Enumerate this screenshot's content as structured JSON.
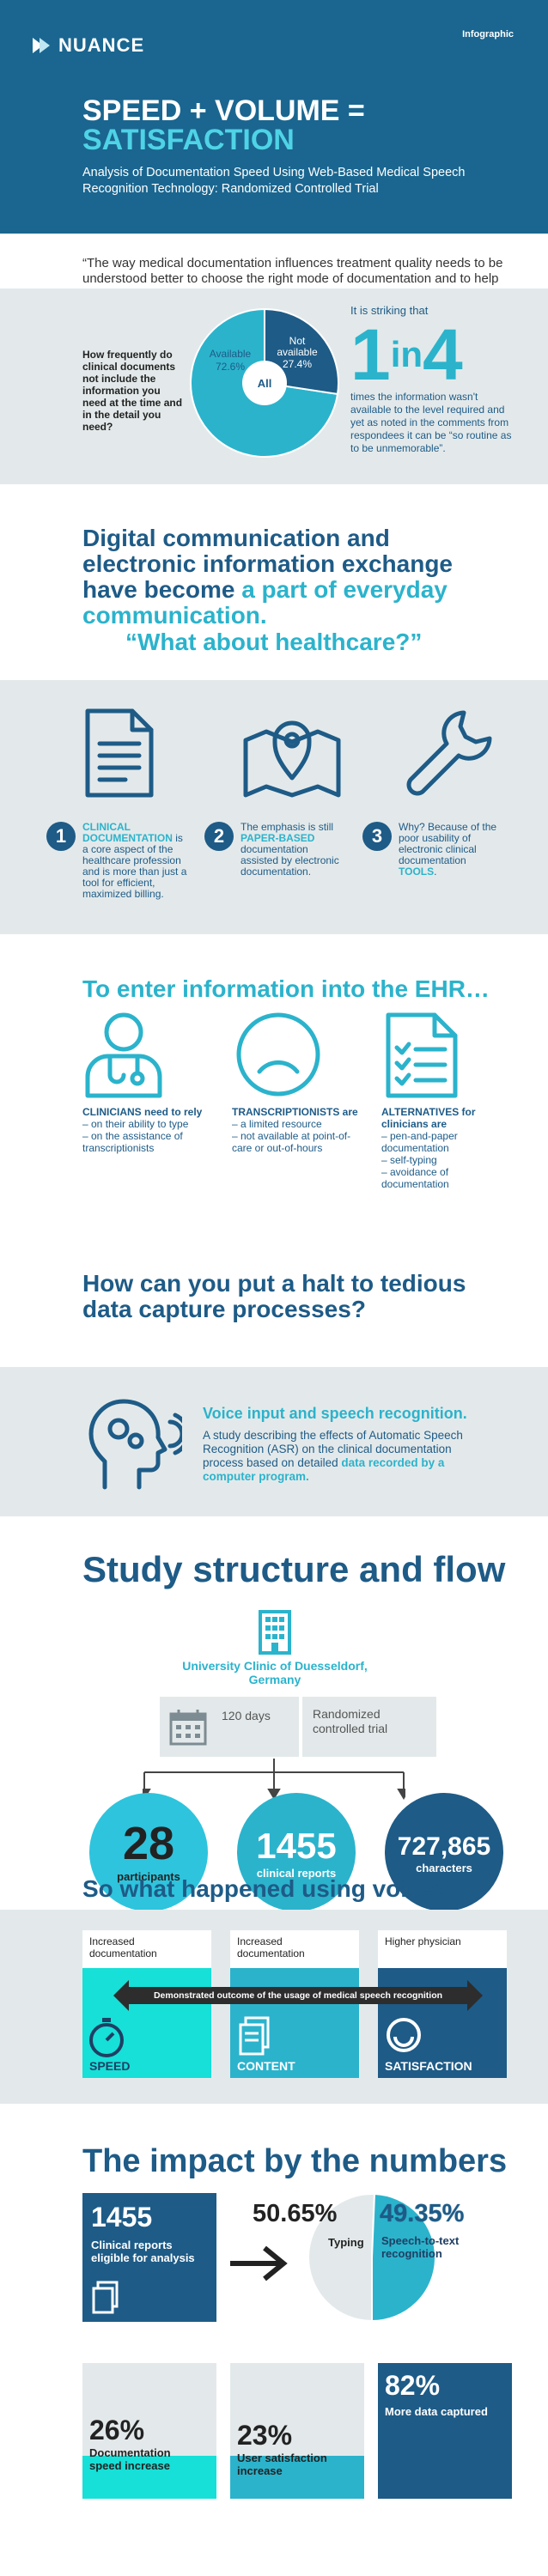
{
  "header": {
    "logo": "NUANCE",
    "tag": "Infographic",
    "title_line1": "SPEED + VOLUME =",
    "title_line2": "SATISFACTION",
    "subtitle": "Analysis of Documentation Speed Using Web-Based Medical Speech Recognition Technology: Randomized Controlled Trial"
  },
  "quote": "“The way medical documentation influences treatment quality needs to be understood better to choose the right mode of documentation and to help both the doctor and the patient.”",
  "survey": {
    "question": "How frequently do clinical documents not include the information you need at the time and in the detail you need?",
    "chart_data": {
      "type": "pie",
      "slices": [
        {
          "label": "Available",
          "value": 72.6,
          "display": "72.6%"
        },
        {
          "label": "Not available",
          "value": 27.4,
          "display": "27.4%"
        }
      ],
      "center_label": "All"
    },
    "striking": "It is striking that",
    "big_1": "1",
    "big_in": "in",
    "big_4": "4",
    "desc": "times the information wasn't available to the level required and yet as noted in the comments from respondees it can be “so routine as to be unmemorable”."
  },
  "digital": {
    "h_part1": "Digital communication and electronic information exchange have become ",
    "h_part2": "a part of everyday communication.",
    "sub": "“What about healthcare?”"
  },
  "healthcare": {
    "items": [
      {
        "num": "1",
        "bold": "CLINICAL DOCUMENTATION",
        "text": " is a core aspect of the healthcare profession and is more than just a tool for efficient, maximized billing."
      },
      {
        "num": "2",
        "pre": "The emphasis is still ",
        "bold": "PAPER-BASED",
        "text": " documentation assisted by electronic documentation."
      },
      {
        "num": "3",
        "pre": "Why? Because of the poor usability of electronic clinical documentation ",
        "bold": "TOOLS",
        "text": "."
      }
    ]
  },
  "ehr": {
    "title": "To enter information into the EHR…",
    "cols": [
      {
        "head": "CLINICIANS need to rely",
        "items": [
          "– on their ability to type",
          "– on the assistance of transcriptionists"
        ]
      },
      {
        "head": "TRANSCRIPTIONISTS are",
        "items": [
          "– a limited resource",
          "– not available at point-of-care or out-of-hours"
        ]
      },
      {
        "head": "ALTERNATIVES for clinicians are",
        "items": [
          "– pen-and-paper documentation",
          "– self-typing",
          "– avoidance of documentation"
        ]
      }
    ]
  },
  "halt": {
    "title": "How can you put a halt to tedious data capture processes?"
  },
  "voice": {
    "title": "Voice input and speech recognition.",
    "text": "A study describing the effects of Automatic Speech Recognition (ASR) on the clinical documentation process based on detailed ",
    "text_bold": "data recorded by a computer program."
  },
  "study": {
    "title": "Study structure and flow",
    "clinic": "University Clinic of Duesseldorf, Germany",
    "days": "120 days",
    "trial": "Randomized controlled trial",
    "stats": [
      {
        "n": "28",
        "l": "participants"
      },
      {
        "n": "1455",
        "l": "clinical reports"
      },
      {
        "n": "727,865",
        "l": "characters"
      }
    ]
  },
  "happened": {
    "title": "So what happened using voice?"
  },
  "outcome": {
    "banner": "Demonstrated outcome of the usage of medical speech recognition",
    "cards": [
      {
        "top": "Increased documentation",
        "label": "SPEED"
      },
      {
        "top": "Increased documentation",
        "label": "CONTENT"
      },
      {
        "top": "Higher physician",
        "label": "SATISFACTION"
      }
    ]
  },
  "impact": {
    "title": "The impact by the numbers",
    "reports_n": "1455",
    "reports_l": "Clinical reports eligible for analysis",
    "chart_data": {
      "type": "pie",
      "slices": [
        {
          "label": "Typing",
          "value": 50.65,
          "display": "50.65%"
        },
        {
          "label": "Speech-to-text recognition",
          "value": 49.35,
          "display": "49.35%"
        }
      ]
    },
    "typing_label": "Typing",
    "speech_label": "Speech-to-text recognition",
    "speed_n": "26%",
    "speed_l": "Documentation speed increase",
    "sat_n": "23%",
    "sat_l": "User satisfaction increase",
    "data_n": "82%",
    "data_l": "More data captured"
  }
}
